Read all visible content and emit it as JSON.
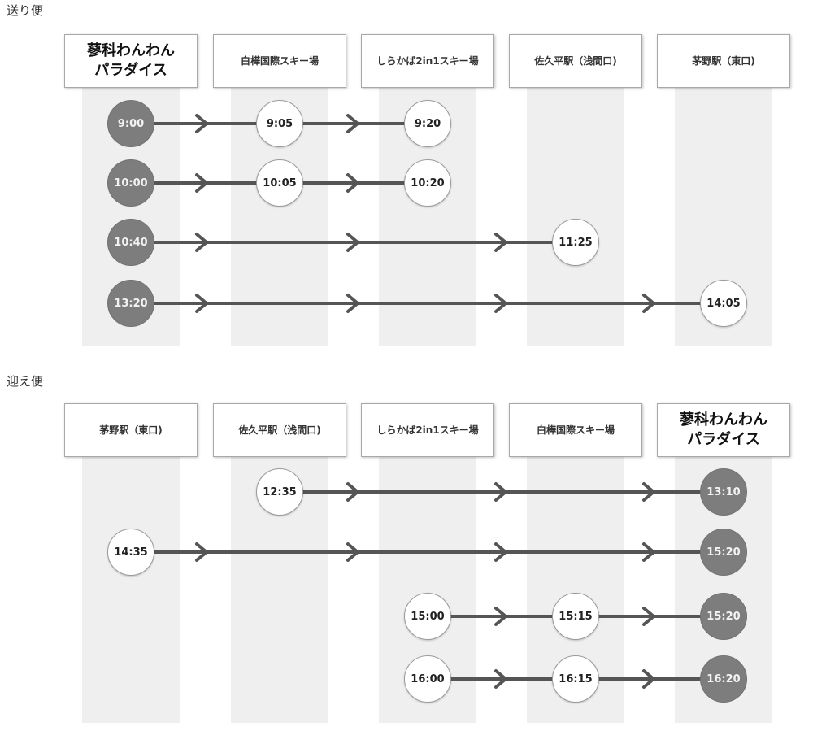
{
  "sections": [
    {
      "title": "送り便",
      "headers": [
        {
          "lines": [
            "蓼科わんわん",
            "パラダイス"
          ],
          "primary": true
        },
        {
          "lines": [
            "白樺国際スキー場"
          ],
          "primary": false
        },
        {
          "lines": [
            "しらかば2in1スキー場"
          ],
          "primary": false
        },
        {
          "lines": [
            "佐久平駅（浅間口)"
          ],
          "primary": false
        },
        {
          "lines": [
            "茅野駅（東口)"
          ],
          "primary": false
        }
      ],
      "rows": [
        {
          "start": 0,
          "end": 2,
          "nodes": [
            {
              "col": 0,
              "time": "9:00",
              "dark": true
            },
            {
              "col": 1,
              "time": "9:05",
              "dark": false
            },
            {
              "col": 2,
              "time": "9:20",
              "dark": false
            }
          ]
        },
        {
          "start": 0,
          "end": 2,
          "nodes": [
            {
              "col": 0,
              "time": "10:00",
              "dark": true
            },
            {
              "col": 1,
              "time": "10:05",
              "dark": false
            },
            {
              "col": 2,
              "time": "10:20",
              "dark": false
            }
          ]
        },
        {
          "start": 0,
          "end": 3,
          "nodes": [
            {
              "col": 0,
              "time": "10:40",
              "dark": true
            },
            {
              "col": 3,
              "time": "11:25",
              "dark": false
            }
          ]
        },
        {
          "start": 0,
          "end": 4,
          "nodes": [
            {
              "col": 0,
              "time": "13:20",
              "dark": true
            },
            {
              "col": 4,
              "time": "14:05",
              "dark": false
            }
          ]
        }
      ]
    },
    {
      "title": "迎え便",
      "headers": [
        {
          "lines": [
            "茅野駅（東口)"
          ],
          "primary": false
        },
        {
          "lines": [
            "佐久平駅（浅間口)"
          ],
          "primary": false
        },
        {
          "lines": [
            "しらかば2in1スキー場"
          ],
          "primary": false
        },
        {
          "lines": [
            "白樺国際スキー場"
          ],
          "primary": false
        },
        {
          "lines": [
            "蓼科わんわん",
            "パラダイス"
          ],
          "primary": true
        }
      ],
      "rows": [
        {
          "start": 1,
          "end": 4,
          "nodes": [
            {
              "col": 1,
              "time": "12:35",
              "dark": false
            },
            {
              "col": 4,
              "time": "13:10",
              "dark": true
            }
          ]
        },
        {
          "start": 0,
          "end": 4,
          "nodes": [
            {
              "col": 0,
              "time": "14:35",
              "dark": false
            },
            {
              "col": 4,
              "time": "15:20",
              "dark": true
            }
          ]
        },
        {
          "start": 2,
          "end": 4,
          "nodes": [
            {
              "col": 2,
              "time": "15:00",
              "dark": false
            },
            {
              "col": 3,
              "time": "15:15",
              "dark": false
            },
            {
              "col": 4,
              "time": "15:20",
              "dark": true
            }
          ]
        },
        {
          "start": 2,
          "end": 4,
          "nodes": [
            {
              "col": 2,
              "time": "16:00",
              "dark": false
            },
            {
              "col": 3,
              "time": "16:15",
              "dark": false
            },
            {
              "col": 4,
              "time": "16:20",
              "dark": true
            }
          ]
        }
      ]
    }
  ]
}
